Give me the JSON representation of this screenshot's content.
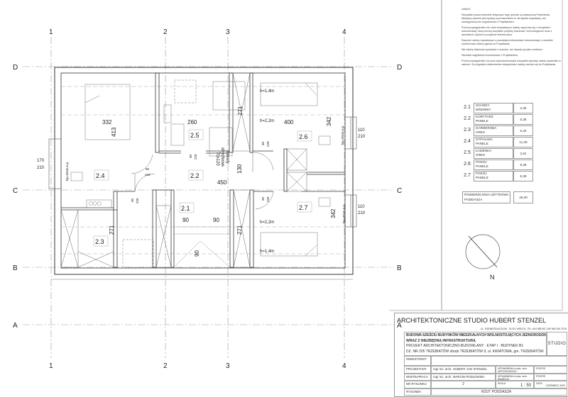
{
  "grid": {
    "columns": [
      "1",
      "2",
      "3",
      "4"
    ],
    "rows": [
      "D",
      "C",
      "B",
      "A"
    ]
  },
  "plan": {
    "rooms": [
      "2.1",
      "2.2",
      "2.3",
      "2.4",
      "2.5",
      "2.6",
      "2.7"
    ],
    "dims": {
      "d332": "332",
      "d413": "413",
      "d260": "260",
      "d271a": "271",
      "d400": "400",
      "d342a": "342",
      "d130": "130",
      "d450": "450",
      "d271b": "271",
      "d271c": "271",
      "d90a": "90",
      "d90b": "90",
      "d90c": "90",
      "d342b": "342"
    },
    "heights": {
      "h14": "h=1,4m",
      "h22": "h=2,2m"
    },
    "doors": {
      "w": "90",
      "h": "220"
    },
    "windows": {
      "left_w": "170",
      "left_h": "210",
      "right_w": "110",
      "right_h": "210",
      "sill": "hp=20cm n.p."
    },
    "stairs": {
      "line1": "schody",
      "line2": "strychowe",
      "line3": "70x120"
    },
    "north": "N"
  },
  "notes": {
    "title": "UWAGI:",
    "paragraphs": [
      "Wszystkie prawa autorskie dotyczące tego rysunku są własnością Projektanta. Niniejszy rysunek jest wydany pod warunkiem iż nie będzie kopiowany, ani udostępniony bez uzgodnienia z Projektantem.",
      "Przed przystąpieniem do robót budowlanych należy zapoznać się z kompletem dokumentacji, którą tworzą wszystkie projekty branżowe i technologiczne wraz z rysunkami i opisem w projekcie technicznym.",
      "Rysunek należy rozpatrywać z pozostałymi elementami dokumentacji, a wszelkie rozbieżności należy zgłosić do Projektanta.",
      "Nie należy skalować wymiarów z rysunku, ani używać go jako szablonu.",
      "Wszelkie wątpliwości konsultować z Projektantem.",
      "Przed przystąpieniem do prac wykończeniowych wszystkie wymiary należy sprawdzić w naturze. W przypadku stwierdzenia niezgodności należy zwrócić się do Projektanta."
    ]
  },
  "room_table": [
    {
      "no": "2.1",
      "name": "SCHODY",
      "finish": "DREWNO",
      "area": "2,36"
    },
    {
      "no": "2.2",
      "name": "KORYTARZ",
      "finish": "PANELE",
      "area": "6,36"
    },
    {
      "no": "2.3",
      "name": "GARDEROBA",
      "finish": "GRES",
      "area": "5,32"
    },
    {
      "no": "2.4",
      "name": "SYPIALNIA",
      "finish": "PANELE",
      "area": "11,29"
    },
    {
      "no": "2.5",
      "name": "ŁAZIENKA",
      "finish": "GRES",
      "area": "3,91"
    },
    {
      "no": "2.6",
      "name": "POKÓJ",
      "finish": "PANELE",
      "area": "8,38"
    },
    {
      "no": "2.7",
      "name": "POKÓJ",
      "finish": "PANELE",
      "area": "8,38"
    }
  ],
  "total": {
    "label1": "POWIERZCHNIA UŻYTKOWA",
    "label2": "PODDASZA",
    "value": "46,00"
  },
  "title_block": {
    "studio": "ARCHITEKTONICZNE STUDIO HUBERT STENZEL",
    "address": "UL. RZEMIEŚLNICZA 58 , 76-021 WISCOŁ, TEL. 604 558 967, NIP 669 235 75 25",
    "project1": "BUDOWA SZEŚCIU BUDYNKÓW MIESZKALNYCH WOLNOSTOJĄCYCH JEDNORODZINNYCH",
    "project2": "WRAZ Z NIEZBĘDNĄ INFRASTRUKTURĄ",
    "project3": "PROJEKT ARCHITEKTONICZNO-BUDOWLANY - ETAP I - BUDYNEK B1",
    "project4": "DZ. NR 205 TRZEBIATÓW obręb TRZEBIATÓW 9, ul. KWIATOWA, gm. TRZEBIATÓW",
    "logo": "STUDIO",
    "investor_label": "INWESTORZY",
    "designer_label": "PROJEKTANT",
    "designer": "mgr inż. arch. HUBERT JAN STENZEL",
    "designer_lic": "UPRAWNIENIA w spec. arch. 62/POOKK/5/2015",
    "coop_label": "WSPÓŁPRACA",
    "coop": "mgr inż. arch. MARCIN PODLEWSKI",
    "coop_lic": "UPRAWNIENIA w spec. arch. WA/852/18",
    "sign_label": "PODPIS",
    "drawing_no_label": "NR RYSUNKU",
    "drawing_no": "2",
    "scale_label": "SKALA",
    "scale": "1 : 50",
    "date_label": "DATA",
    "date": "CZERWIEC 2022",
    "drawing_label": "RYSUNEK",
    "drawing": "RZUT PODDASZA"
  }
}
